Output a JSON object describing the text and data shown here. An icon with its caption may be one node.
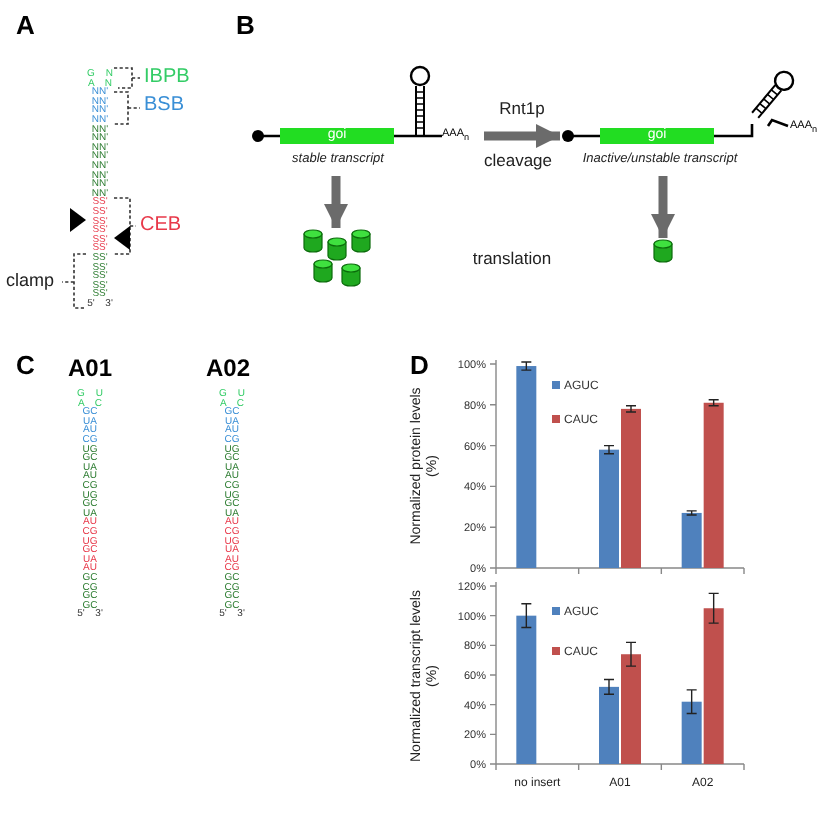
{
  "diagram": {
    "nodes": [
      {
        "text": [
          "goi"
        ],
        "beside": [
          "stable transcript"
        ]
      },
      {
        "text": [
          "goi"
        ],
        "beside": [
          "Inactive/unstable transcript"
        ]
      },
      {
        "text": [],
        "shape": "cylinder"
      },
      {
        "text": [],
        "shape": "cylinder"
      }
    ],
    "edges": [
      {
        "from": 0,
        "to": 1,
        "arrow": "to",
        "label": "Rnt1p"
      },
      {
        "from": 0,
        "to": 2,
        "arrow": "to"
      },
      {
        "from": 1,
        "to": 3,
        "arrow": "to"
      }
    ],
    "labels": [
      "A",
      "G N",
      "A N",
      "NN' NN' NN' NN'",
      "NN' NN' NN' NN' NN' NN' NN' NN'",
      "SS' SS' SS' SS' SS' SS'",
      "SS' SS' SS' SS' SS'",
      "5' 3'",
      "IBPB",
      "BSB",
      "CEB",
      "clamp",
      "B",
      "cleavage",
      "translation",
      "C",
      "A01",
      "A02",
      "G U",
      "A C",
      "GC UA AU CG",
      "UG GC UA AU CG UG GC UA",
      "AU CG UG GC UA AU",
      "GC CG GC GC",
      "5' 3'",
      "G U",
      "A C",
      "GC UA AU CG",
      "UG GC UA AU CG UG GC UA",
      "AU CG UG UA AU CG",
      "GC CG GC GC",
      "5' 3'",
      "D",
      "AAA$_{n}$",
      "AAA$_{n}$"
    ],
    "chart_data": [
      {
        "type": "bar",
        "ylabel": "Normalized protein levels (%)",
        "categories": [
          null,
          null,
          null
        ],
        "series": [
          {
            "name": "AGUC",
            "color": "#4f81bd",
            "values": [
              99,
              58,
              27
            ],
            "errors": [
              2,
              2,
              1
            ]
          },
          {
            "name": "CAUC",
            "color": "#c0504d",
            "values": [
              null,
              78,
              81
            ],
            "errors": [
              null,
              1.5,
              1.5
            ]
          }
        ],
        "legend": "top-left",
        "ylim": [
          0,
          100
        ],
        "yticks": [
          {
            "value": 0,
            "label": "0%"
          },
          {
            "value": 20,
            "label": "20%"
          },
          {
            "value": 40,
            "label": "40%"
          },
          {
            "value": 60,
            "label": "60%"
          },
          {
            "value": 80,
            "label": "80%"
          },
          {
            "value": 100,
            "label": "100%"
          }
        ]
      },
      {
        "type": "bar",
        "ylabel": "Normalized transcript levels (%)",
        "categories": [
          "no insert",
          "A01",
          "A02"
        ],
        "series": [
          {
            "name": "AGUC",
            "color": "#4f81bd",
            "values": [
              100,
              52,
              42
            ],
            "errors": [
              8,
              5,
              8
            ]
          },
          {
            "name": "CAUC",
            "color": "#c0504d",
            "values": [
              null,
              74,
              105
            ],
            "errors": [
              null,
              8,
              10
            ]
          }
        ],
        "legend": "top-left",
        "ylim": [
          0,
          120
        ],
        "yticks": [
          {
            "value": 0,
            "label": "0%"
          },
          {
            "value": 20,
            "label": "20%"
          },
          {
            "value": 40,
            "label": "40%"
          },
          {
            "value": 60,
            "label": "60%"
          },
          {
            "value": 80,
            "label": "80%"
          },
          {
            "value": 100,
            "label": "100%"
          },
          {
            "value": 120,
            "label": "120%"
          }
        ]
      }
    ]
  }
}
